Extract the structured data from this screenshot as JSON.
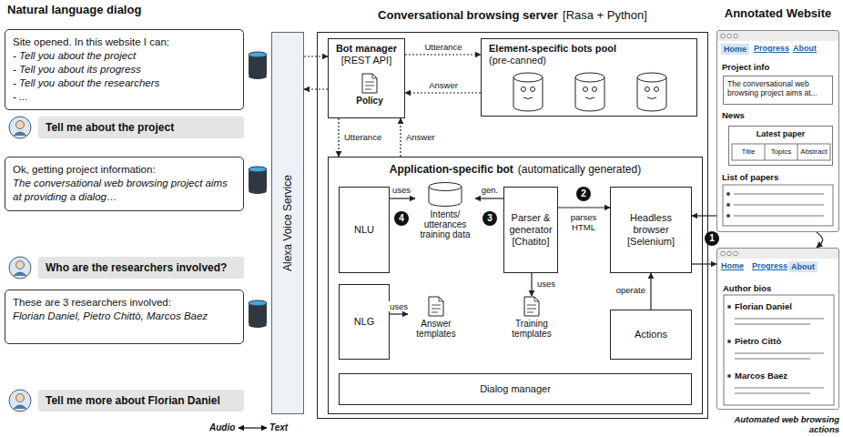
{
  "diagram": {
    "nodes": [
      {
        "text": [
          "Site opened. In this website I can:",
          "- Tell you about the project",
          "- Tell you about its progress",
          "- Tell you about the researchers",
          "- ..."
        ]
      },
      {
        "text": [
          "Tell me about the project"
        ]
      },
      {
        "text": [
          "Ok, getting project information:",
          "The conversational web browsing project aims at providing a dialog…"
        ]
      },
      {
        "text": [
          "Who are the researchers involved?"
        ]
      },
      {
        "text": [
          "These are 3 researchers involved:",
          "Florian Daniel, Pietro Chittò, Marcos Baez"
        ]
      },
      {
        "text": [
          "Tell me more about Florian Daniel"
        ]
      },
      {
        "text": [
          "Alexa Voice Service"
        ]
      },
      {
        "text": [
          "Conversational browsing server",
          "[Rasa + Python]"
        ]
      },
      {
        "text": [
          "Bot manager",
          "[REST API]"
        ],
        "in": 7
      },
      {
        "text": [
          "Policy"
        ],
        "in": 8
      },
      {
        "text": [
          "Element-specific bots pool",
          "(pre-canned)"
        ],
        "in": 7
      },
      {
        "text": [
          "Application-specific bot",
          "(automatically generated)"
        ],
        "in": 7
      },
      {
        "text": [
          "NLU"
        ],
        "in": 11
      },
      {
        "text": [
          "Intents/ utterances training data"
        ],
        "in": 11
      },
      {
        "text": [
          "Parser & generator",
          "[Chatito]"
        ],
        "in": 11
      },
      {
        "text": [
          "Headless browser",
          "[Selenium]"
        ],
        "in": 11
      },
      {
        "text": [
          "NLG"
        ],
        "in": 11
      },
      {
        "text": [
          "Answer templates"
        ],
        "in": 11
      },
      {
        "text": [
          "Training templates"
        ],
        "in": 11
      },
      {
        "text": [
          "Actions"
        ],
        "in": 11
      },
      {
        "text": [
          "Dialog manager"
        ],
        "in": 11
      },
      {
        "text": [
          "Annotated Website"
        ]
      },
      {
        "text": [
          "The conversational web browsing project aims at..."
        ],
        "in": 21
      },
      {
        "text": [
          "Latest paper"
        ],
        "in": 21
      },
      {
        "text": [
          "Author bios"
        ]
      }
    ],
    "edges": [
      {
        "from": 6,
        "to": 8,
        "arrow": "to"
      },
      {
        "from": 8,
        "to": 6,
        "arrow": "to"
      },
      {
        "from": 8,
        "to": 10,
        "label": "Utterance",
        "arrow": "to"
      },
      {
        "from": 10,
        "to": 8,
        "label": "Answer",
        "arrow": "to"
      },
      {
        "from": 8,
        "to": 11,
        "label": "Utterance",
        "arrow": "to"
      },
      {
        "from": 11,
        "to": 8,
        "label": "Answer",
        "arrow": "to"
      },
      {
        "from": 12,
        "to": 13,
        "label": "uses",
        "arrow": "to"
      },
      {
        "from": 14,
        "to": 13,
        "label": "gen.",
        "arrow": "to"
      },
      {
        "from": 14,
        "to": 15,
        "label": "parses HTML",
        "arrow": "to"
      },
      {
        "from": 16,
        "to": 17,
        "label": "uses",
        "arrow": "to"
      },
      {
        "from": 14,
        "to": 18,
        "label": "uses",
        "arrow": "to"
      },
      {
        "from": 19,
        "to": 15,
        "label": "operate",
        "arrow": "to"
      },
      {
        "from": 21,
        "to": 15,
        "arrow": "to"
      },
      {
        "from": 15,
        "to": 24,
        "arrow": "to"
      },
      {
        "from": 21,
        "to": 24,
        "arrow": "to"
      }
    ],
    "labels": [
      "Natural language dialog",
      "Audio",
      "Text",
      "1",
      "2",
      "3",
      "4",
      "Home",
      "Progress",
      "About",
      "Project info",
      "News",
      "Title",
      "Topics",
      "Abstract",
      "List of papers",
      "Home",
      "Progress",
      "About",
      "Florian Daniel",
      "Pietro Cittò",
      "Marcos Baez",
      "Automated web browsing actions"
    ]
  }
}
